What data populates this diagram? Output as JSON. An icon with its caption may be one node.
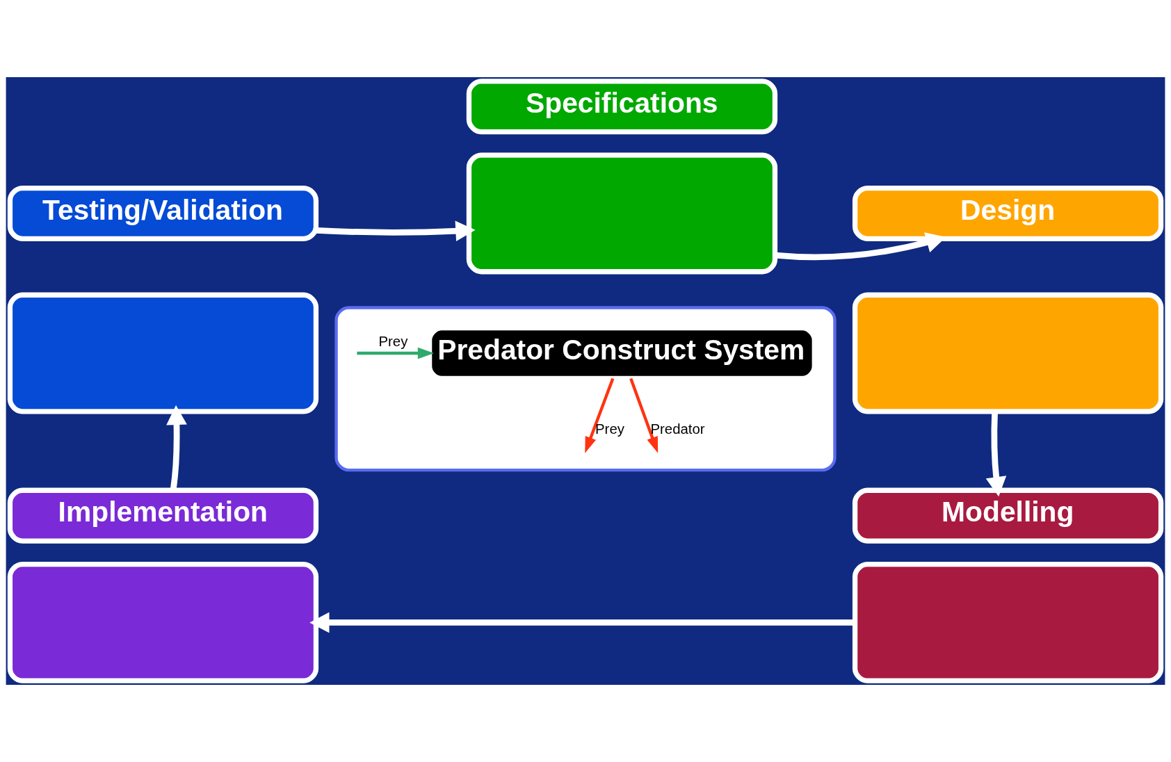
{
  "diagram": {
    "nodes": [
      {
        "text": [
          "Specifications"
        ]
      },
      {
        "text": [],
        "shape": "box"
      },
      {
        "text": [
          "Testing/Validation"
        ]
      },
      {
        "text": [],
        "shape": "box"
      },
      {
        "text": [
          "Design"
        ]
      },
      {
        "text": [],
        "shape": "box"
      },
      {
        "text": [],
        "shape": "box"
      },
      {
        "text": [
          "Predator Construct System"
        ],
        "in": 6
      },
      {
        "text": [
          "Implementation"
        ]
      },
      {
        "text": [],
        "shape": "box"
      },
      {
        "text": [
          "Modelling"
        ]
      },
      {
        "text": [],
        "shape": "box"
      }
    ],
    "edges": [
      {
        "from": 2,
        "to": 1,
        "arrow": "to"
      },
      {
        "from": 1,
        "to": 4,
        "arrow": "to"
      },
      {
        "from": 5,
        "to": 10,
        "arrow": "to"
      },
      {
        "from": 11,
        "to": 9,
        "arrow": "to"
      },
      {
        "from": 8,
        "to": 3,
        "arrow": "to"
      },
      {
        "from": 7,
        "to": null,
        "arrow": "to",
        "label": "Prey",
        "color": "#ff3311"
      },
      {
        "from": 7,
        "to": null,
        "arrow": "to",
        "label": "Predator",
        "color": "#ff3311"
      },
      {
        "from": null,
        "to": 7,
        "arrow": "to",
        "label": "Prey",
        "color": "#2eaa6e"
      }
    ]
  }
}
